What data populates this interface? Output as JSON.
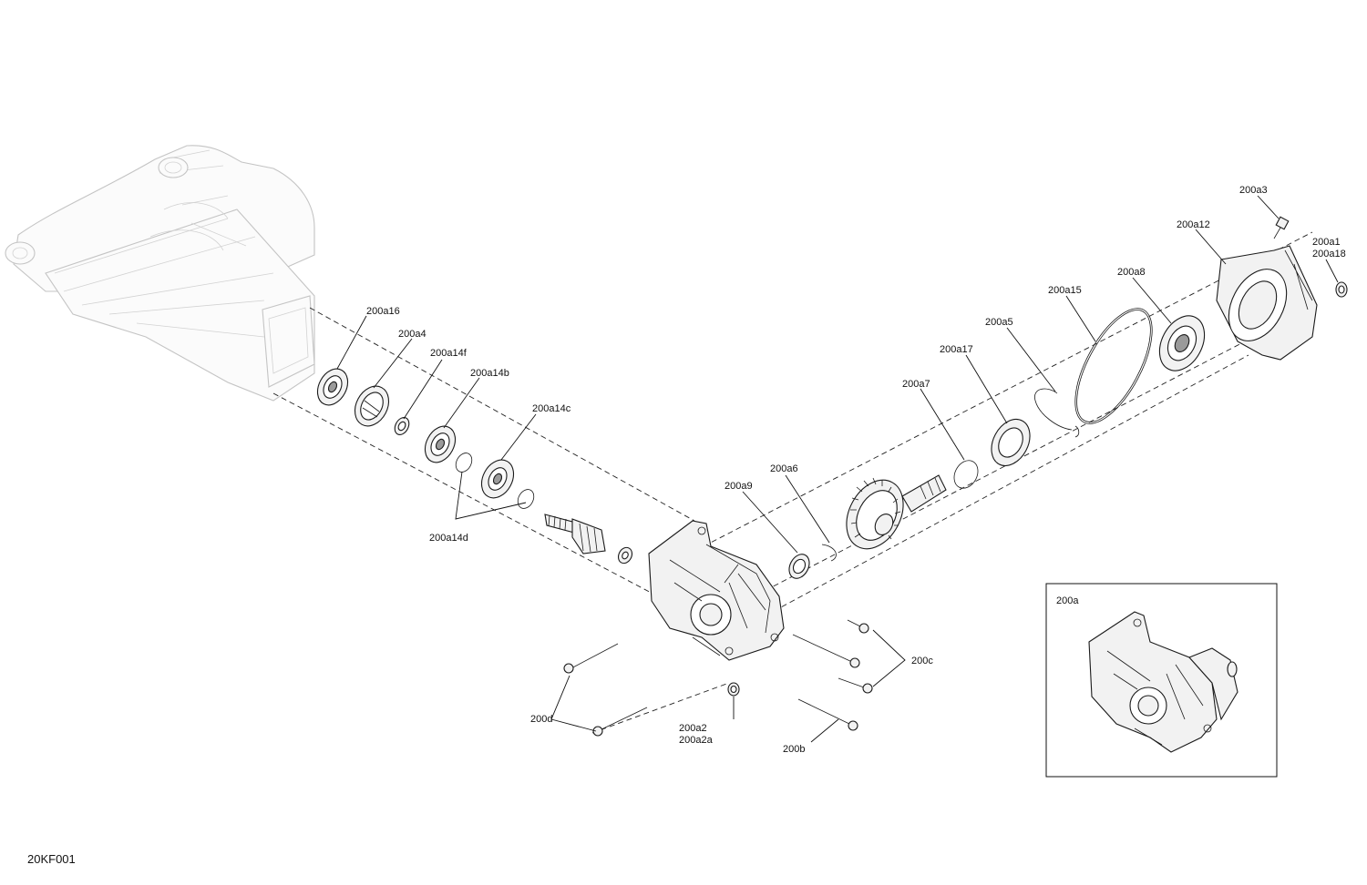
{
  "figure_code": "20KF001",
  "labels": {
    "a16": "200a16",
    "a4": "200a4",
    "a14f": "200a14f",
    "a14b": "200a14b",
    "a14c": "200a14c",
    "a14d": "200a14d",
    "a9": "200a9",
    "a6": "200a6",
    "a7": "200a7",
    "a17": "200a17",
    "a5": "200a5",
    "a15": "200a15",
    "a8": "200a8",
    "a12": "200a12",
    "a3": "200a3",
    "a1": "200a1",
    "a18": "200a18",
    "c": "200c",
    "d": "200d",
    "a2": "200a2",
    "a2a": "200a2a",
    "b": "200b"
  },
  "inset": {
    "label": "200a"
  }
}
